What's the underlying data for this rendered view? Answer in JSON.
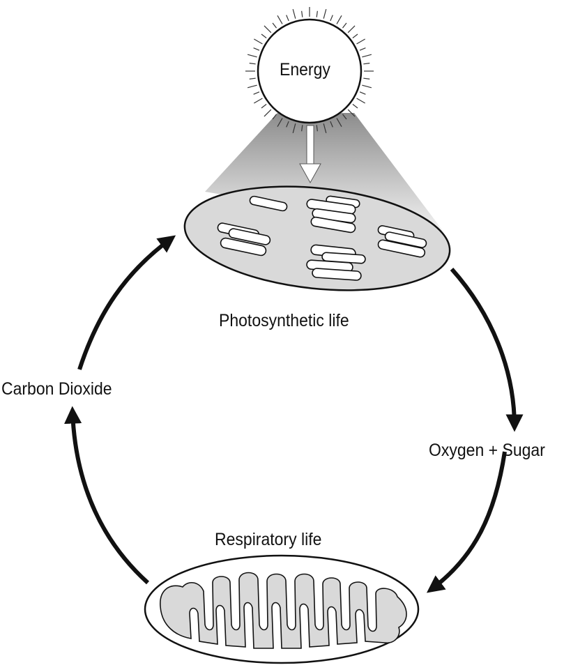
{
  "labels": {
    "energy": "Energy",
    "photosynthetic": "Photosynthetic life",
    "respiratory": "Respiratory life",
    "carbon_dioxide": "Carbon Dioxide",
    "oxygen_sugar": "Oxygen + Sugar"
  },
  "colors": {
    "ink": "#111111",
    "cell_fill": "#d9d9d9",
    "light_beam_top": "#8c8c8c",
    "light_beam_bottom": "#f2f2f2",
    "background": "#ffffff"
  },
  "icons": {
    "sun": "sun-icon",
    "chloroplast": "chloroplast-icon",
    "mitochondrion": "mitochondrion-icon"
  }
}
